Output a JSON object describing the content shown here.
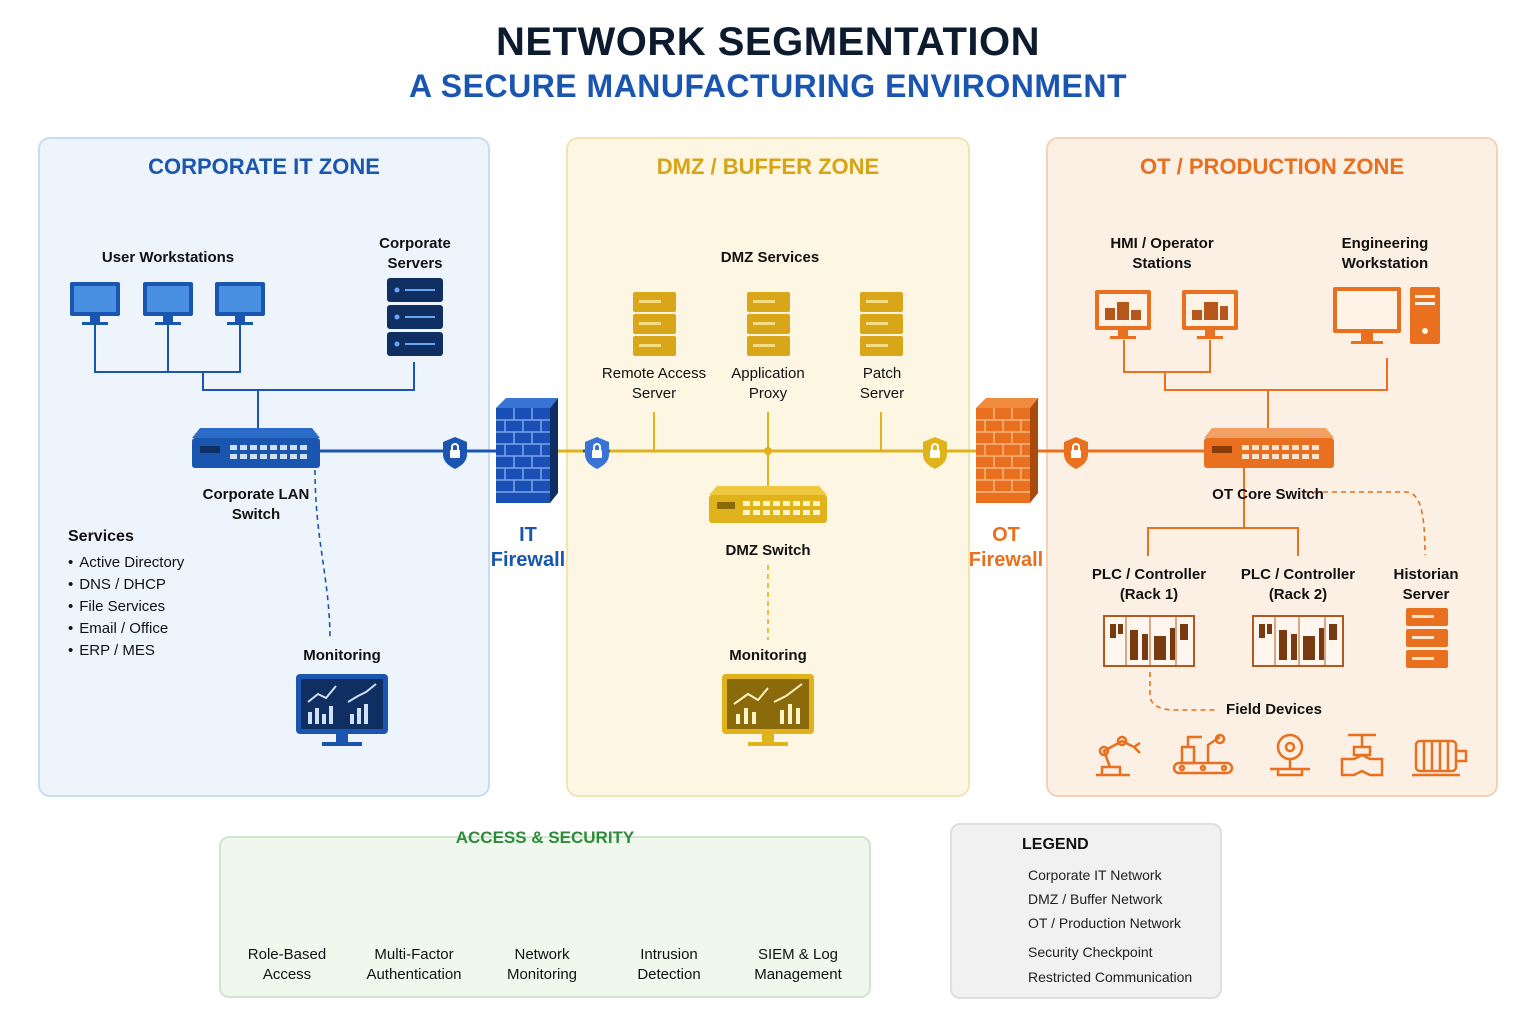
{
  "title": "NETWORK SEGMENTATION",
  "subtitle": "A SECURE MANUFACTURING ENVIRONMENT",
  "colors": {
    "it": "#1a56b0",
    "dmz": "#e0b21c",
    "ot": "#e8701e",
    "green": "#2e8b3a"
  },
  "it_zone": {
    "title": "CORPORATE IT ZONE",
    "workstations": "User Workstations",
    "servers": "Corporate\nServers",
    "switch": "Corporate LAN\nSwitch",
    "services_title": "Services",
    "services": [
      "Active Directory",
      "DNS / DHCP",
      "File Services",
      "Email / Office",
      "ERP / MES"
    ],
    "monitoring": "Monitoring"
  },
  "it_firewall": "IT\nFirewall",
  "dmz_zone": {
    "title": "DMZ / BUFFER ZONE",
    "services_title": "DMZ Services",
    "servers": [
      "Remote Access\nServer",
      "Application\nProxy",
      "Patch\nServer"
    ],
    "switch": "DMZ Switch",
    "monitoring": "Monitoring"
  },
  "ot_firewall": "OT\nFirewall",
  "ot_zone": {
    "title": "OT / PRODUCTION ZONE",
    "hmi": "HMI / Operator\nStations",
    "eng": "Engineering\nWorkstation",
    "switch": "OT Core Switch",
    "plc1": "PLC / Controller\n(Rack 1)",
    "plc2": "PLC / Controller\n(Rack 2)",
    "historian": "Historian\nServer",
    "field": "Field Devices"
  },
  "access": {
    "title": "ACCESS & SECURITY",
    "items": [
      {
        "label": "Role-Based\nAccess",
        "icon": "user-icon"
      },
      {
        "label": "Multi-Factor\nAuthentication",
        "icon": "shield-icon"
      },
      {
        "label": "Network\nMonitoring",
        "icon": "monitor-icon"
      },
      {
        "label": "Intrusion\nDetection",
        "icon": "alert-icon"
      },
      {
        "label": "SIEM & Log\nManagement",
        "icon": "log-icon"
      }
    ]
  },
  "legend": {
    "title": "LEGEND",
    "items": [
      {
        "label": "Corporate IT Network"
      },
      {
        "label": "DMZ / Buffer Network"
      },
      {
        "label": "OT / Production Network"
      },
      {
        "label": "Security Checkpoint"
      },
      {
        "label": "Restricted Communication"
      }
    ]
  }
}
